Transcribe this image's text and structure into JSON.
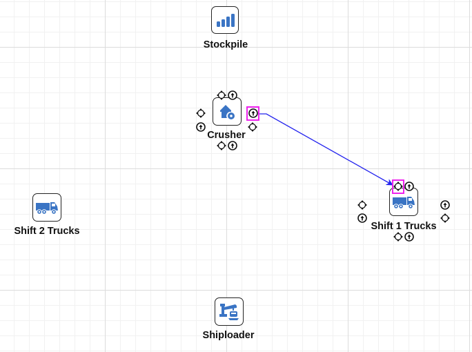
{
  "diagram": {
    "nodes": [
      {
        "id": "stockpile",
        "label": "Stockpile",
        "icon": "bar-chart-icon"
      },
      {
        "id": "crusher",
        "label": "Crusher",
        "icon": "crusher-icon",
        "selected": true
      },
      {
        "id": "shift2",
        "label": "Shift 2 Trucks",
        "icon": "dump-truck-icon"
      },
      {
        "id": "shift1",
        "label": "Shift 1 Trucks",
        "icon": "dump-truck-icon",
        "selected": true
      },
      {
        "id": "shiploader",
        "label": "Shiploader",
        "icon": "shiploader-icon"
      }
    ],
    "edges": [
      {
        "from": "crusher",
        "to": "shift1",
        "color": "#2222ee"
      }
    ],
    "colors": {
      "icon": "#3a74c4",
      "selection": "#ee22ee",
      "edge": "#2222ee"
    }
  }
}
